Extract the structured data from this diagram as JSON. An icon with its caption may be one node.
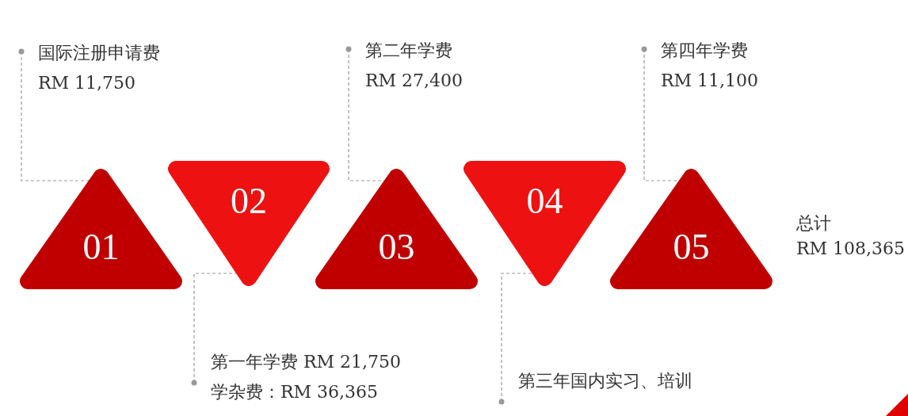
{
  "diagram": {
    "nodes": [
      {
        "text": [
          "01"
        ]
      },
      {
        "text": [
          "02"
        ]
      },
      {
        "text": [
          "03"
        ]
      },
      {
        "text": [
          "04"
        ]
      },
      {
        "text": [
          "05"
        ],
        "beside": [
          "总计",
          "RM 108,365"
        ]
      },
      {
        "text": [
          "国际注册申请费",
          "RM 11,750"
        ]
      },
      {
        "text": [
          "第一年学费 RM 21,750",
          "学杂费：RM 36,365"
        ]
      },
      {
        "text": [
          "第二年学费",
          "RM 27,400"
        ]
      },
      {
        "text": [
          "第三年国内实习、培训"
        ]
      },
      {
        "text": [
          "第四年学费",
          "RM 11,100"
        ]
      }
    ],
    "edges": [
      {
        "from": 5,
        "to": 0,
        "arrow": "other",
        "style": "dashed"
      },
      {
        "from": 6,
        "to": 1,
        "arrow": "other",
        "style": "dashed"
      },
      {
        "from": 7,
        "to": 2,
        "arrow": "other",
        "style": "dashed"
      },
      {
        "from": 8,
        "to": 3,
        "arrow": "other",
        "style": "dashed"
      },
      {
        "from": 9,
        "to": 4,
        "arrow": "other",
        "style": "dashed"
      }
    ]
  }
}
